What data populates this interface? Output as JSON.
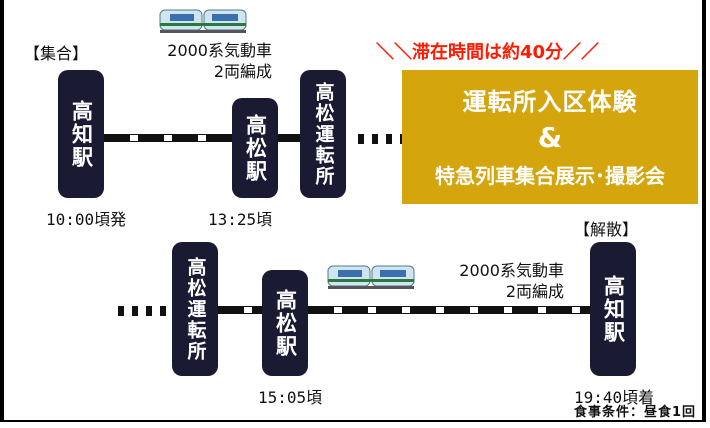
{
  "colors": {
    "station_bg": "#1a1a33",
    "highlight_box": "#d4a50d",
    "stay_text": "#ff1a00",
    "train_body": "#cfe6f2",
    "train_accent": "#2c7a3a"
  },
  "labels": {
    "gather": "【集合】",
    "dismiss": "【解散】",
    "stay_time": "＼＼滞在時間は約40分／／",
    "train_line1": "2000系気動車",
    "train_line2": "2両編成",
    "train2_line1": "2000系気動車",
    "train2_line2": "2両編成",
    "meal_note": "食事条件：昼食1回"
  },
  "stations": {
    "kochi_start": "高知駅",
    "takamatsu_1": "高松駅",
    "depot_1": "高松運転所",
    "depot_2": "高松運転所",
    "takamatsu_2": "高松駅",
    "kochi_end": "高知駅"
  },
  "times": {
    "depart": "10:00頃発",
    "takamatsu_arr": "13:25頃",
    "takamatsu_dep": "15:05頃",
    "arrive": "19:40頃着"
  },
  "event": {
    "line1": "運転所入区体験",
    "amp": "&",
    "line3": "特急列車集合展示･撮影会"
  },
  "icons": {
    "train": "train-icon"
  }
}
